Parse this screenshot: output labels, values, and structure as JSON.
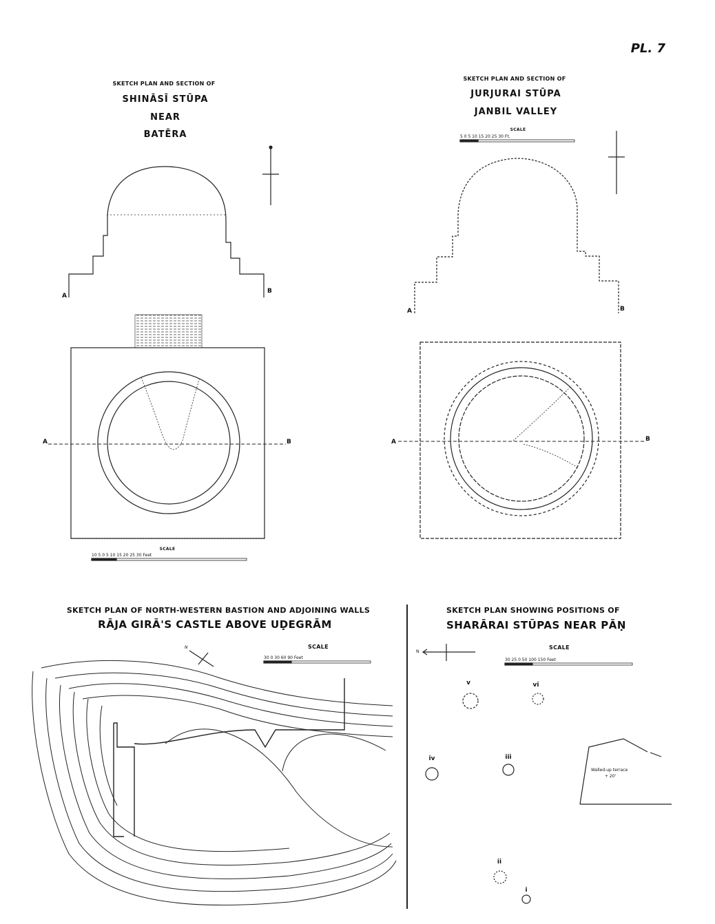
{
  "plate": "PL. 7",
  "shinasi": {
    "caption": "SKETCH PLAN AND SECTION OF",
    "name": "SHINĀSĪ STŪPA",
    "near": "NEAR",
    "place": "BATĒRA",
    "label_a": "A",
    "label_b": "B",
    "plan_label_a": "A",
    "plan_label_b": "B",
    "scale_title": "SCALE",
    "scale_ticks": "10  5  0  5  10  15  20  25  30 Feet"
  },
  "jurjurai": {
    "caption": "SKETCH PLAN AND SECTION OF",
    "name": "JURJURAI STŪPA",
    "valley": "JANBIL VALLEY",
    "scale_title": "SCALE",
    "scale_ticks": "5  0  5  10  15  20  25  30 Ft.",
    "label_a": "A",
    "label_b": "B",
    "plan_label_a": "A",
    "plan_label_b": "B"
  },
  "bastion": {
    "caption": "SKETCH PLAN OF NORTH-WESTERN BASTION AND ADJOINING WALLS",
    "name": "RĀJA GIRĀ'S CASTLE ABOVE UḌEGRĀM",
    "scale_title": "SCALE",
    "scale_ticks": "30  0  30  60  90 Feet",
    "north": "N"
  },
  "shararai": {
    "caption": "SKETCH PLAN SHOWING POSITIONS OF",
    "name": "SHARĀRAI STŪPAS NEAR PĀṆ",
    "north": "N",
    "scale_title": "SCALE",
    "scale_ticks": "30  25  0  50  100  150 Feet",
    "stupas": [
      "v",
      "vi",
      "iv",
      "iii",
      "ii",
      "i"
    ],
    "terrace": "Walled-up terrace",
    "terrace_height": "+ 20'"
  }
}
